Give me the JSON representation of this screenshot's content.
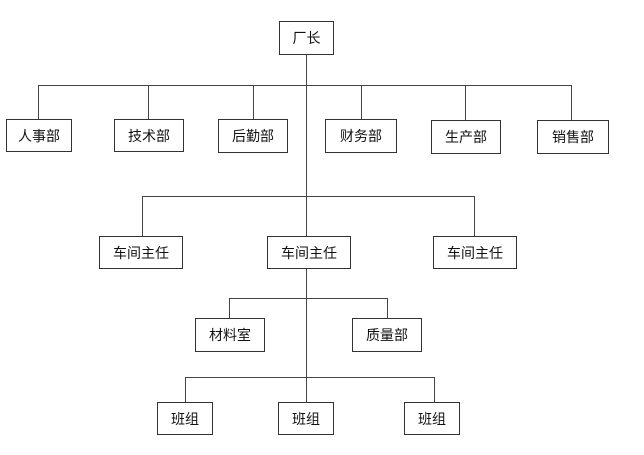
{
  "nodes": {
    "director": "厂长",
    "hr": "人事部",
    "tech": "技术部",
    "logistics": "后勤部",
    "finance": "财务部",
    "production": "生产部",
    "sales": "销售部",
    "workshop_left": "车间主任",
    "workshop_center": "车间主任",
    "workshop_right": "车间主任",
    "materials": "材料室",
    "quality": "质量部",
    "team_left": "班组",
    "team_center": "班组",
    "team_right": "班组"
  },
  "colors": {
    "line": "#444444",
    "border": "#333333",
    "text": "#111111"
  }
}
